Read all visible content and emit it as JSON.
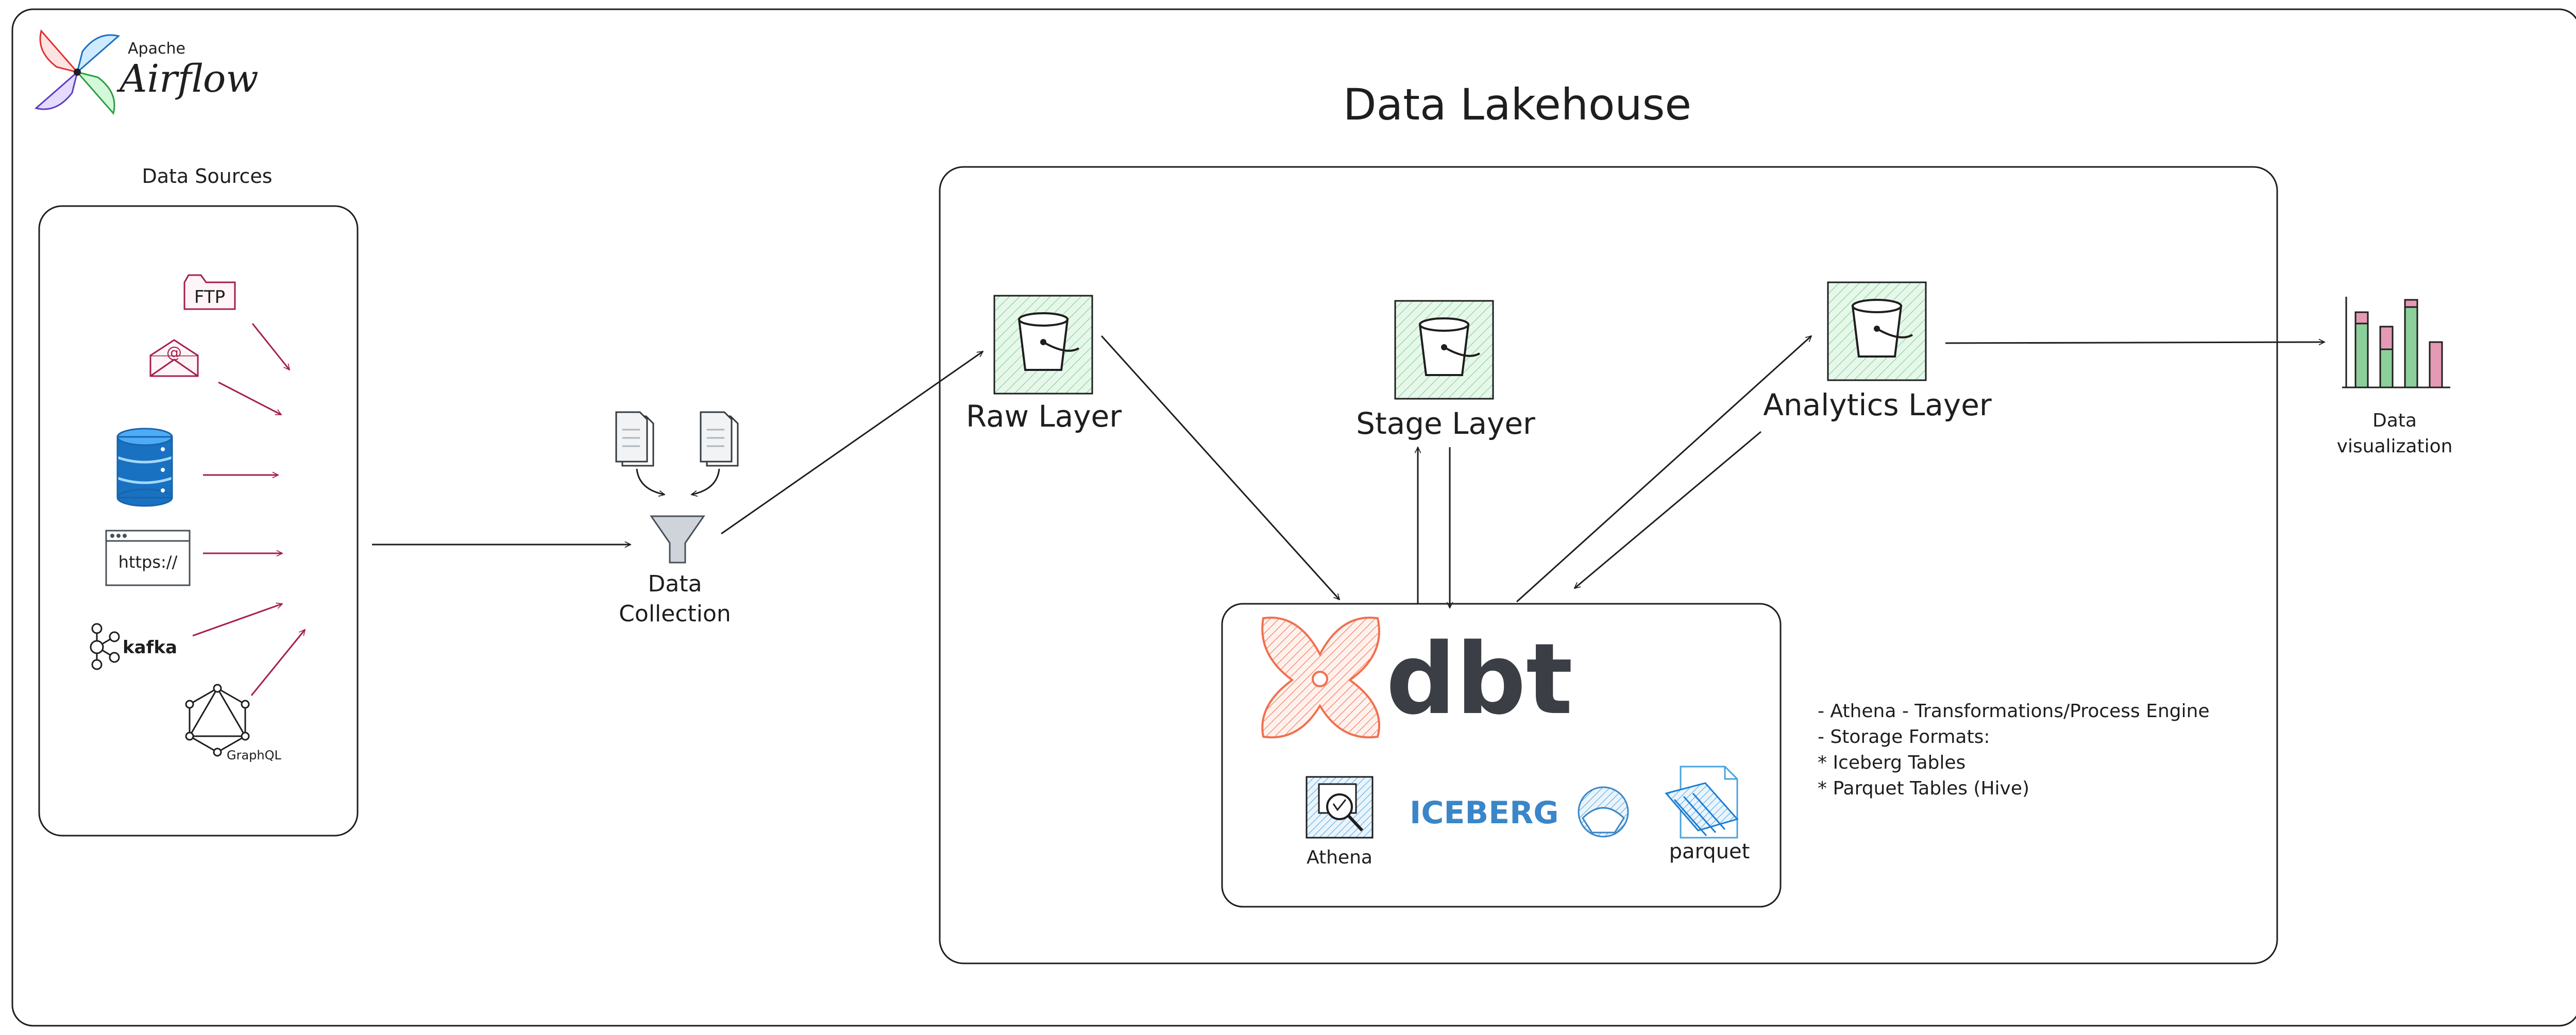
{
  "logo": {
    "brand_small": "Apache",
    "brand_large": "Airflow"
  },
  "title": "Data Lakehouse",
  "sources": {
    "heading": "Data Sources",
    "ftp_label": "FTP",
    "https_label": "https://",
    "kafka_label": "kafka",
    "graphql_label": "GraphQL"
  },
  "collection": {
    "label_line1": "Data",
    "label_line2": "Collection"
  },
  "layers": {
    "raw": "Raw Layer",
    "stage": "Stage Layer",
    "analytics": "Analytics Layer"
  },
  "engine": {
    "dbt_label": "dbt",
    "athena_label": "Athena",
    "iceberg_label": "ICEBERG",
    "parquet_label": "parquet"
  },
  "notes": [
    "- Athena - Transformations/Process Engine",
    "- Storage Formats:",
    "* Iceberg Tables",
    "* Parquet Tables (Hive)"
  ],
  "visualization": {
    "label_line1": "Data",
    "label_line2": "visualization"
  },
  "colors": {
    "source_accent": "#a61e4d",
    "database_blue": "#1971c2",
    "bucket_green": "#2f9e44",
    "bucket_fill": "#d3f9d8",
    "dbt_orange": "#f0704e",
    "iceberg_blue": "#3a86c8",
    "parquet_blue": "#4aa3df",
    "chart_pink": "#e599b4",
    "chart_green": "#8ccf9a"
  }
}
